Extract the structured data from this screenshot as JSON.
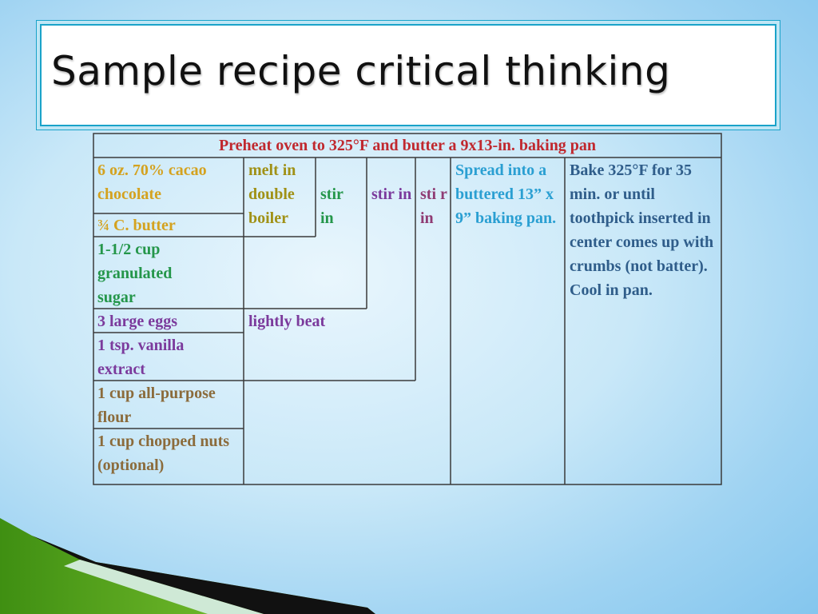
{
  "title": "Sample recipe critical thinking",
  "recipe": {
    "header": "Preheat oven to 325°F and butter a 9x13-in. baking pan",
    "ingredients": {
      "chocolate": "6 oz. 70% cacao chocolate",
      "butter": "¾ C. butter",
      "sugar": "1-1/2 cup granulated sugar",
      "eggs": "3 large eggs",
      "vanilla": "1 tsp. vanilla extract",
      "flour": "1 cup all-purpose flour",
      "nuts": "1 cup chopped nuts (optional)"
    },
    "steps": {
      "melt": "melt in double boiler",
      "stir1": "stir in",
      "stir2": "stir in",
      "stir3": "sti r in",
      "beat": "lightly beat",
      "spread": "Spread into a buttered 13” x 9” baking pan.",
      "bake": "Bake 325°F for 35 min. or until toothpick inserted in center comes up with crumbs (not batter). Cool in pan."
    }
  },
  "colors": {
    "header": "#c0282e",
    "chocolate": "#d4a21f",
    "melt": "#a09116",
    "sugar": "#24964a",
    "stir2": "#7b3a9c",
    "stir3": "#8f3b73",
    "spread": "#2a9fd2",
    "bake": "#2f5d8a",
    "flour": "#8b6b3b",
    "title_border": "#1aa3c9"
  }
}
